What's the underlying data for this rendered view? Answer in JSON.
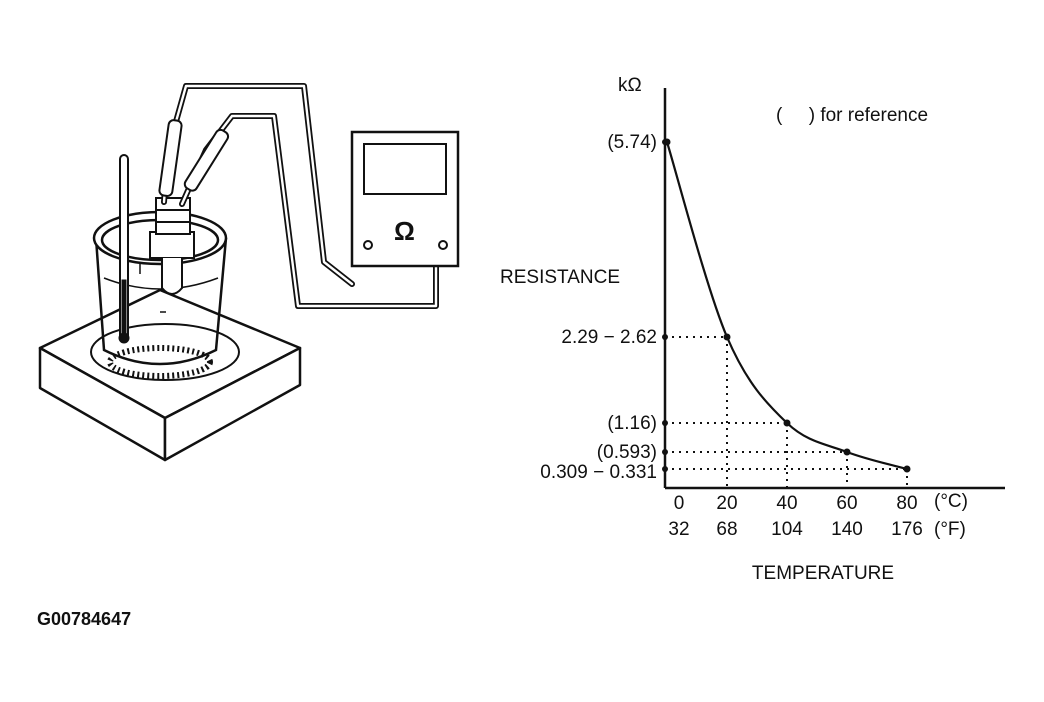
{
  "figure_id": "G00784647",
  "meter": {
    "symbol": "Ω"
  },
  "chart_data": {
    "type": "line",
    "ylabel": "RESISTANCE",
    "yunit": "kΩ",
    "xlabel": "TEMPERATURE",
    "note": "(     ) for reference",
    "x_celsius": [
      0,
      20,
      40,
      60,
      80
    ],
    "x_celsius_unit": "(°C)",
    "x_fahrenheit": [
      32,
      68,
      104,
      140,
      176
    ],
    "x_fahrenheit_unit": "(°F)",
    "points": [
      {
        "temp_c": 0,
        "resistance_kohm": 5.74,
        "label": "(5.74)"
      },
      {
        "temp_c": 20,
        "resistance_kohm": 2.455,
        "label": "2.29 − 2.62"
      },
      {
        "temp_c": 40,
        "resistance_kohm": 1.16,
        "label": "(1.16)"
      },
      {
        "temp_c": 60,
        "resistance_kohm": 0.593,
        "label": "(0.593)"
      },
      {
        "temp_c": 80,
        "resistance_kohm": 0.32,
        "label": "0.309 − 0.331"
      }
    ]
  }
}
